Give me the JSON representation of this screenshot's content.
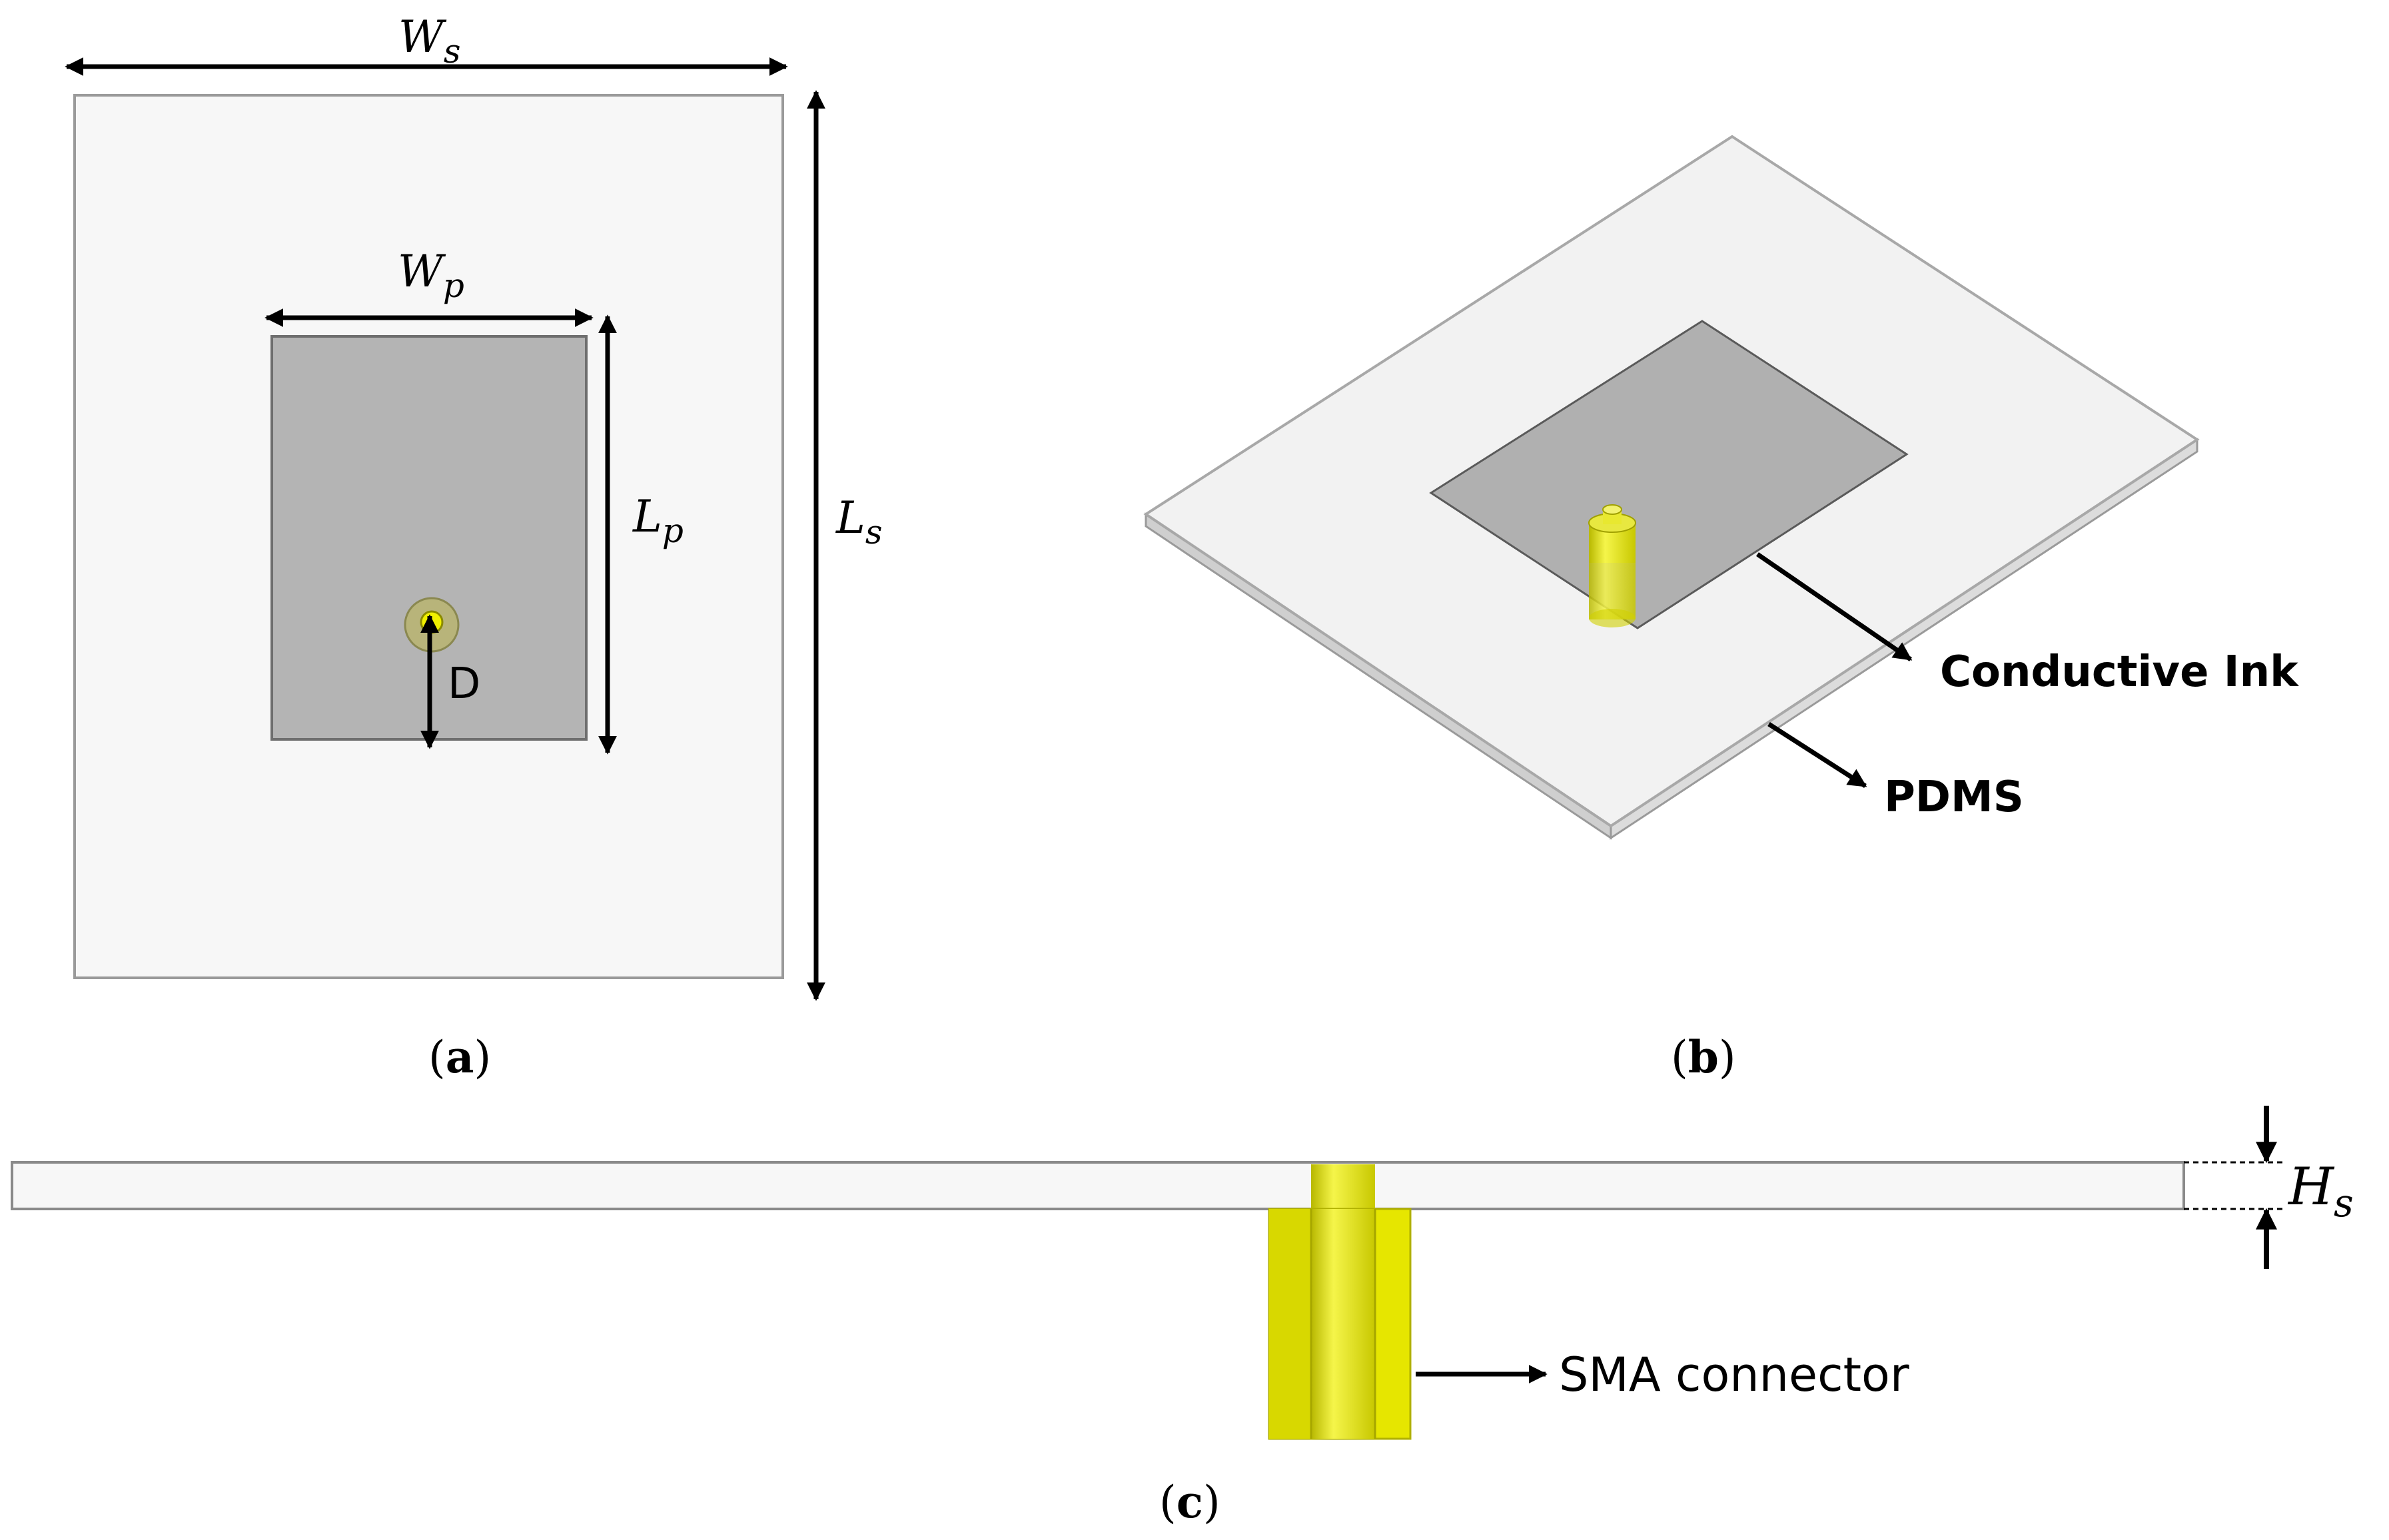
{
  "panel_a": {
    "ws_symbol": "W",
    "ws_sub": "s",
    "ls_symbol": "L",
    "ls_sub": "s",
    "wp_symbol": "W",
    "wp_sub": "p",
    "lp_symbol": "L",
    "lp_sub": "p",
    "d_label": "D",
    "caption_open": "(",
    "caption_letter": "a",
    "caption_close": ")"
  },
  "panel_b": {
    "conductive_ink_label": "Conductive Ink",
    "pdms_label": "PDMS",
    "caption_open": "(",
    "caption_letter": "b",
    "caption_close": ")"
  },
  "panel_c": {
    "hs_symbol": "H",
    "hs_sub": "s",
    "sma_label": "SMA connector",
    "caption_open": "(",
    "caption_letter": "c",
    "caption_close": ")"
  },
  "colors": {
    "substrate": "#f7f7f7",
    "patch": "#b4b4b4",
    "connector": "#e6e600",
    "arrow": "#000000"
  }
}
